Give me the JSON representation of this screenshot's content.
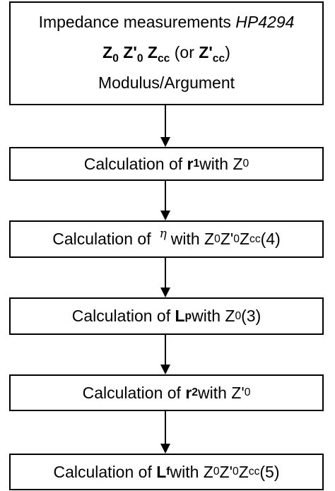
{
  "diagram": {
    "type": "flowchart",
    "header": {
      "title_text": "Impedance measurements ",
      "title_device": "HP4294",
      "z0": "Z",
      "z0_sub": "0",
      "z0p": "Z'",
      "z0p_sub": "0",
      "zcc": "Z",
      "zcc_sub": "cc",
      "or_open": " (or ",
      "zpcc": "Z'",
      "zpcc_sub": "cc",
      "or_close": ")",
      "format": "Modulus/Argument"
    },
    "step1": {
      "prefix": "Calculation of ",
      "var": "r",
      "var_sub": "1",
      "mid": " with Z",
      "mid_sub": "0"
    },
    "step2": {
      "prefix": "Calculation of ",
      "var": "η",
      "mid1": "with Z",
      "sub1": "0",
      "mid2": " Z'",
      "sub2": "0",
      "mid3": " Z",
      "sub3": "cc",
      "suffix": " (4)"
    },
    "step3": {
      "prefix": "Calculation of ",
      "var": "L",
      "var_sub": "p",
      "mid": " with Z",
      "mid_sub": "0",
      "suffix": " (3)"
    },
    "step4": {
      "prefix": "Calculation of ",
      "var": "r",
      "var_sub": "2",
      "mid": " with Z'",
      "mid_sub": "0"
    },
    "step5": {
      "prefix": "Calculation of ",
      "var": "L",
      "var_sub": "f",
      "mid1": " with Z",
      "sub1": "0",
      "mid2": " Z'",
      "sub2": "0",
      "mid3": " Z",
      "sub3": "cc",
      "suffix": " (5)"
    }
  }
}
